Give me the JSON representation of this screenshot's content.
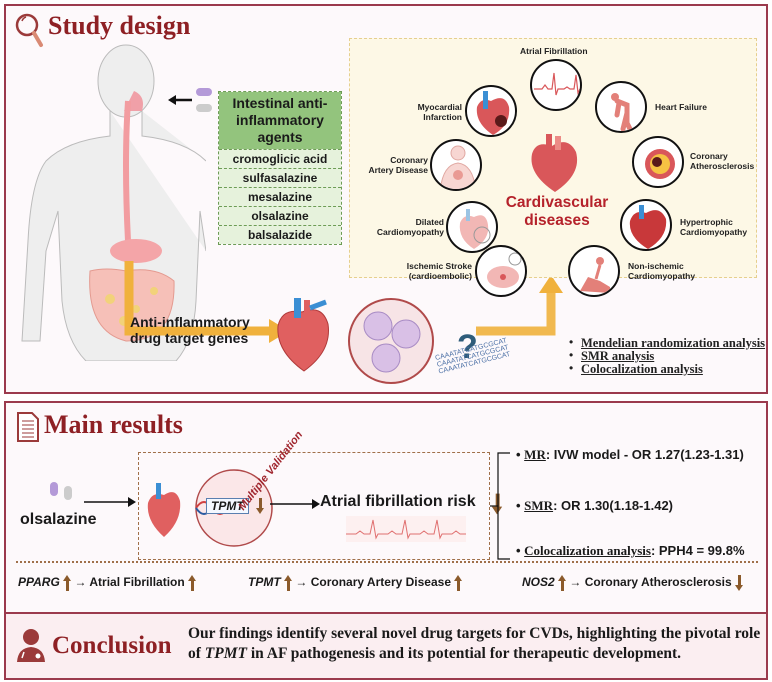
{
  "study_design": {
    "title": "Study design",
    "agents": {
      "header": "Intestinal anti-inflammatory agents",
      "items": [
        "cromoglicic acid",
        "sulfasalazine",
        "mesalazine",
        "olsalazine",
        "balsalazide"
      ]
    },
    "gene_label_line1": "Anti-inflammatory",
    "gene_label_line2": "drug target genes",
    "question_mark": "?",
    "cvd_center_line1": "Cardivascular",
    "cvd_center_line2": "diseases",
    "diseases": [
      {
        "label_line1": "Atrial Fibrillation",
        "label_line2": ""
      },
      {
        "label_line1": "Heart Failure",
        "label_line2": ""
      },
      {
        "label_line1": "Coronary",
        "label_line2": "Atherosclerosis"
      },
      {
        "label_line1": "Hypertrophic",
        "label_line2": "Cardiomyopathy"
      },
      {
        "label_line1": "Non-ischemic",
        "label_line2": "Cardiomyopathy"
      },
      {
        "label_line1": "Ischemic Stroke",
        "label_line2": "(cardioembolic)"
      },
      {
        "label_line1": "Dilated",
        "label_line2": "Cardiomyopathy"
      },
      {
        "label_line1": "Coronary",
        "label_line2": "Artery Disease"
      },
      {
        "label_line1": "Myocardial",
        "label_line2": "Infarction"
      }
    ],
    "methods": [
      "Mendelian randomization analysis",
      "SMR analysis",
      "Colocalization analysis"
    ],
    "dna_text": "CAAATATCATGCGCAT"
  },
  "main_results": {
    "title": "Main results",
    "drug": "olsalazine",
    "gene": "TPMT",
    "validation_label": "Multiple Validation",
    "outcome": "Atrial fibrillation risk",
    "stats": [
      {
        "key": "MR",
        "value": ": IVW model - OR 1.27(1.23-1.31)"
      },
      {
        "key": "SMR",
        "value": ": OR 1.30(1.18-1.42)"
      },
      {
        "key": "Colocalization analysis",
        "value": ": PPH4 = 99.8%"
      }
    ],
    "associations": [
      {
        "gene": "PPARG",
        "gene_direction": "up",
        "outcome": "Atrial Fibrillation",
        "outcome_direction": "up"
      },
      {
        "gene": "TPMT",
        "gene_direction": "up",
        "outcome": "Coronary Artery Disease",
        "outcome_direction": "up"
      },
      {
        "gene": "NOS2",
        "gene_direction": "up",
        "outcome": "Coronary Atherosclerosis",
        "outcome_direction": "down"
      }
    ],
    "arrow_glyph": "→"
  },
  "conclusion": {
    "title": "Conclusion",
    "text_part1": "Our findings identify several novel drug targets for CVDs, highlighting the pivotal role of ",
    "text_gene": "TPMT",
    "text_part2": " in AF pathogenesis and its potential for therapeutic development."
  },
  "colors": {
    "title": "#8e2024",
    "border": "#9b3a4d",
    "arrow_orange": "#f0b13c",
    "direction_arrow": "#8b5a2b",
    "agents_header": "#93c47d",
    "cvd_title": "#b5222b"
  }
}
